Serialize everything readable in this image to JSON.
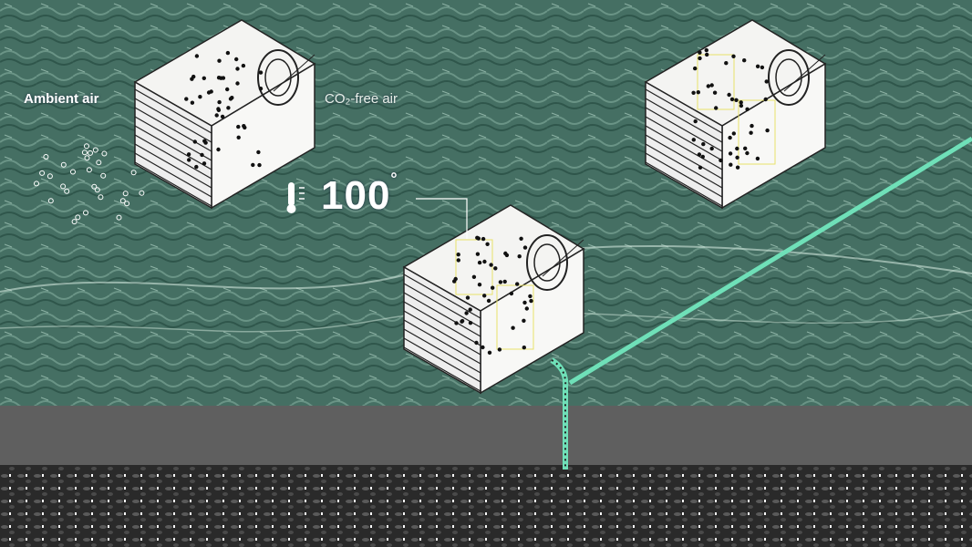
{
  "labels": {
    "ambient_air": "Ambient air",
    "co2_free_air": "CO₂-free air",
    "temperature_value": "100",
    "temperature_unit": "°"
  },
  "icons": [
    "thermometer-icon"
  ],
  "colors": {
    "background_green": "#3f6b5f",
    "ground_gray": "#5f5f5f",
    "soil_dark": "#2b2b2b",
    "pipe_green": "#6fe0b8",
    "sorbent_yellow": "#e8e26a"
  }
}
